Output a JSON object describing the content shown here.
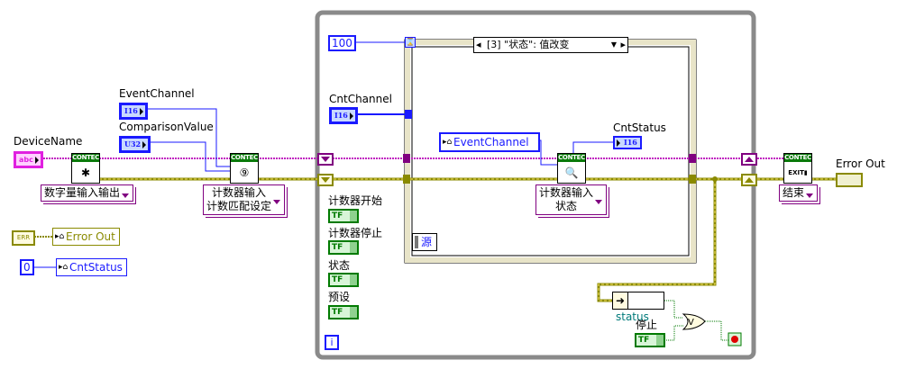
{
  "left": {
    "event_channel_label": "EventChannel",
    "event_channel_type": "I16",
    "comparison_value_label": "ComparisonValue",
    "comparison_value_type": "U32",
    "device_name_label": "DeviceName",
    "device_name_type": "abc",
    "open_vi": {
      "header": "CONTEC",
      "ring": "数字量输入输出"
    },
    "counter_vi": {
      "header": "CONTEC",
      "ring_line1": "计数器输入",
      "ring_line2": "计数匹配设定"
    },
    "error_cluster_const": "ERR",
    "error_out_local": "Error Out",
    "zero_const": "0",
    "cnt_status_local": "CntStatus"
  },
  "while_loop": {
    "timeout_const": "100",
    "cnt_channel_label": "CntChannel",
    "cnt_channel_type": "I16",
    "event_case_selector": "[3] \"状态\": 值改变",
    "event_source_node": "源",
    "event_channel_local": "EventChannel",
    "cnt_status_label": "CntStatus",
    "cnt_status_type": "I16",
    "status_vi": {
      "header": "CONTEC",
      "ring_line1": "计数器输入",
      "ring_line2": "状态"
    },
    "booleans": [
      {
        "label": "计数器开始",
        "type": "TF"
      },
      {
        "label": "计数器停止",
        "type": "TF"
      },
      {
        "label": "状态",
        "type": "TF"
      },
      {
        "label": "预设",
        "type": "TF"
      }
    ],
    "unbundle_field": "status",
    "stop_label": "停止",
    "stop_type": "TF",
    "or_symbol": "V",
    "iteration_terminal": "i"
  },
  "right": {
    "close_vi": {
      "header": "CONTEC",
      "sub": "EXIT",
      "ring": "结束"
    },
    "error_out_label": "Error Out"
  }
}
